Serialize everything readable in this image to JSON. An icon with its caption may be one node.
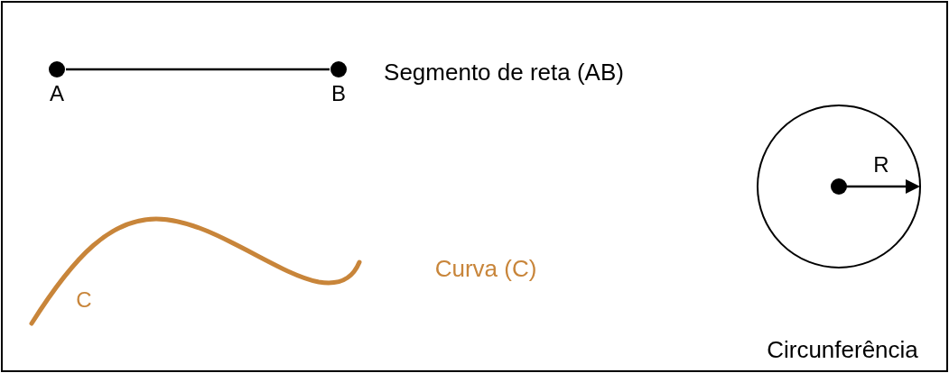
{
  "diagram": {
    "nodes": [
      {
        "text": [
          "A"
        ]
      },
      {
        "text": [
          "B"
        ]
      },
      {
        "text": [],
        "shape": "circle"
      }
    ],
    "edges": [
      {
        "from": 0,
        "to": 1,
        "arrow": "none"
      }
    ],
    "labels": [
      "Segmento de reta (AB)",
      "C",
      "Curva (C)",
      "R",
      "Circunferência"
    ]
  }
}
